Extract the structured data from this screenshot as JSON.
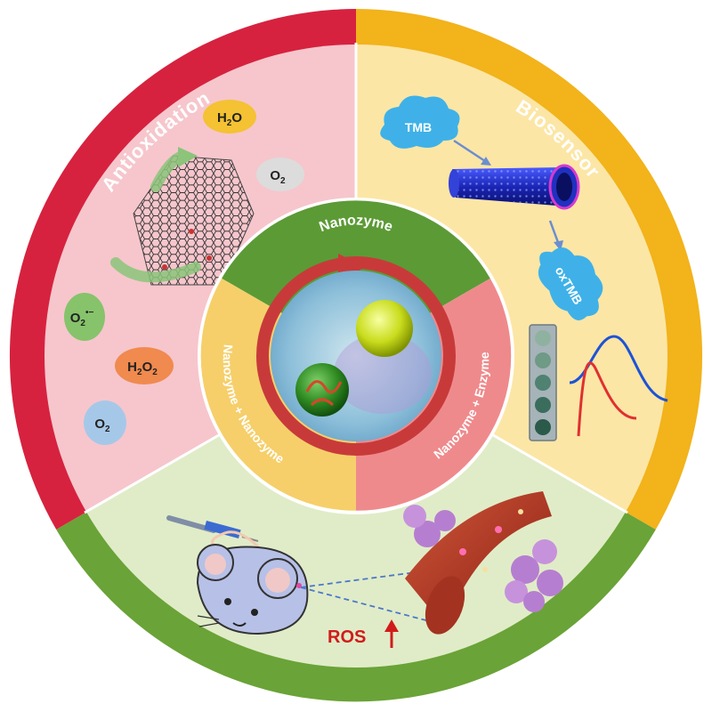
{
  "sections": {
    "antioxidation": {
      "label": "Antioxidation",
      "color": "#d6223f",
      "fill": "#f6c6cc"
    },
    "biosensor": {
      "label": "Biosensor",
      "color": "#f2b31b",
      "fill": "#fce6a6"
    },
    "therapy": {
      "color": "#6aa337",
      "fill": "#e0ecc8"
    }
  },
  "inner": {
    "nanozyme": "Nanozyme",
    "nanozyme_nanozyme": "Nanozyme + Nanozyme",
    "nanozyme_enzyme": "Nanozyme + Enzyme",
    "colors": {
      "top": "#5c9a36",
      "left": "#f6cf6a",
      "right": "#ef8a8c",
      "ring": "#c83a3a"
    }
  },
  "molecules": {
    "h2o_top": {
      "main": "H",
      "sub": "2",
      "tail": "O"
    },
    "o2_top": {
      "main": "O",
      "sub": "2"
    },
    "superoxide": {
      "main": "O",
      "sub": "2",
      "sup": "•−"
    },
    "h2o2": {
      "main": "H",
      "sub": "2",
      "mid": "O",
      "sub2": "2"
    },
    "o2_bottom": {
      "main": "O",
      "sub": "2"
    }
  },
  "biosensor": {
    "tmb": "TMB",
    "oxtmb": "oxTMB"
  },
  "therapy": {
    "ros": "ROS"
  }
}
